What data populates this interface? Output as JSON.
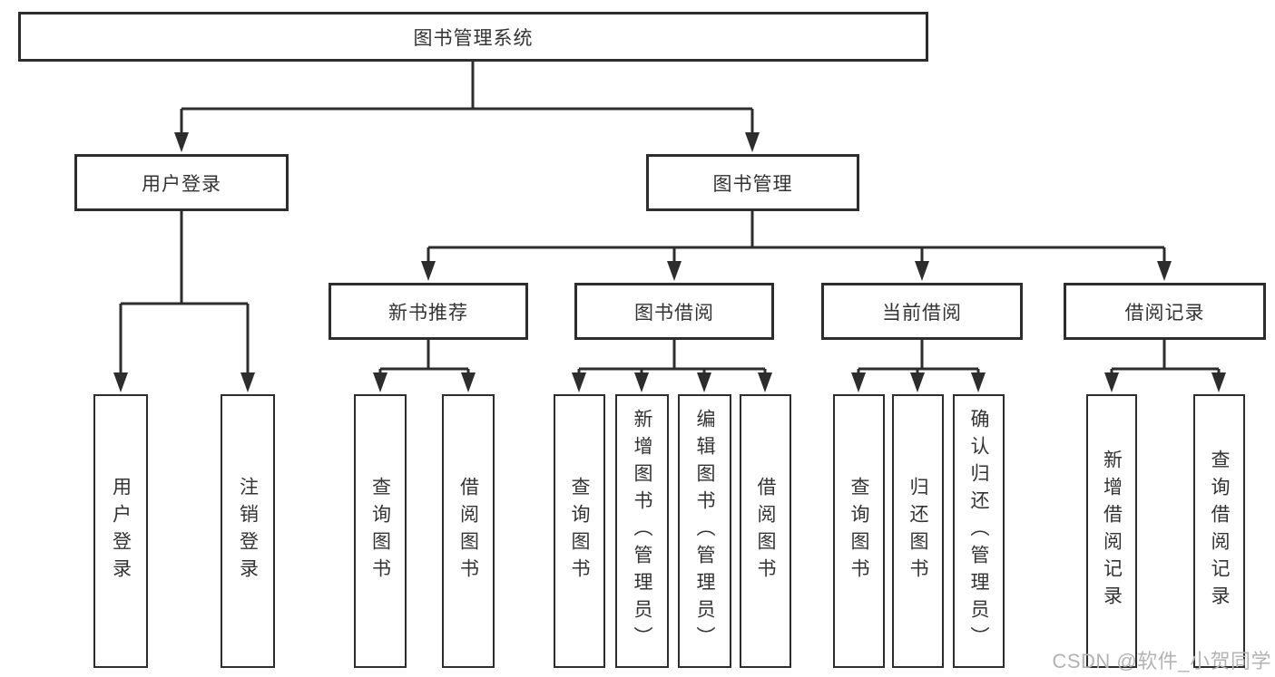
{
  "diagram": {
    "root": {
      "label": "图书管理系统"
    },
    "level2": [
      {
        "label": "用户登录"
      },
      {
        "label": "图书管理"
      }
    ],
    "level3": [
      {
        "label": "新书推荐",
        "parent": "图书管理"
      },
      {
        "label": "图书借阅",
        "parent": "图书管理"
      },
      {
        "label": "当前借阅",
        "parent": "图书管理"
      },
      {
        "label": "借阅记录",
        "parent": "图书管理"
      }
    ],
    "leaves": [
      {
        "label": "用户登录",
        "parent": "用户登录"
      },
      {
        "label": "注销登录",
        "parent": "用户登录"
      },
      {
        "label": "查询图书",
        "parent": "新书推荐"
      },
      {
        "label": "借阅图书",
        "parent": "新书推荐"
      },
      {
        "label": "查询图书",
        "parent": "图书借阅"
      },
      {
        "label": "新增图书（管理员）",
        "parent": "图书借阅"
      },
      {
        "label": "编辑图书（管理员）",
        "parent": "图书借阅"
      },
      {
        "label": "借阅图书",
        "parent": "图书借阅"
      },
      {
        "label": "查询图书",
        "parent": "当前借阅"
      },
      {
        "label": "归还图书",
        "parent": "当前借阅"
      },
      {
        "label": "确认归还（管理员）",
        "parent": "当前借阅"
      },
      {
        "label": "新增借阅记录",
        "parent": "借阅记录"
      },
      {
        "label": "查询借阅记录",
        "parent": "借阅记录"
      }
    ],
    "colors": {
      "line": "#2d2d2d",
      "text": "#333333",
      "box_background": "#ffffff",
      "watermark": "#b3b3b3"
    }
  },
  "watermark": {
    "text": "CSDN @软件_小贺同学"
  }
}
